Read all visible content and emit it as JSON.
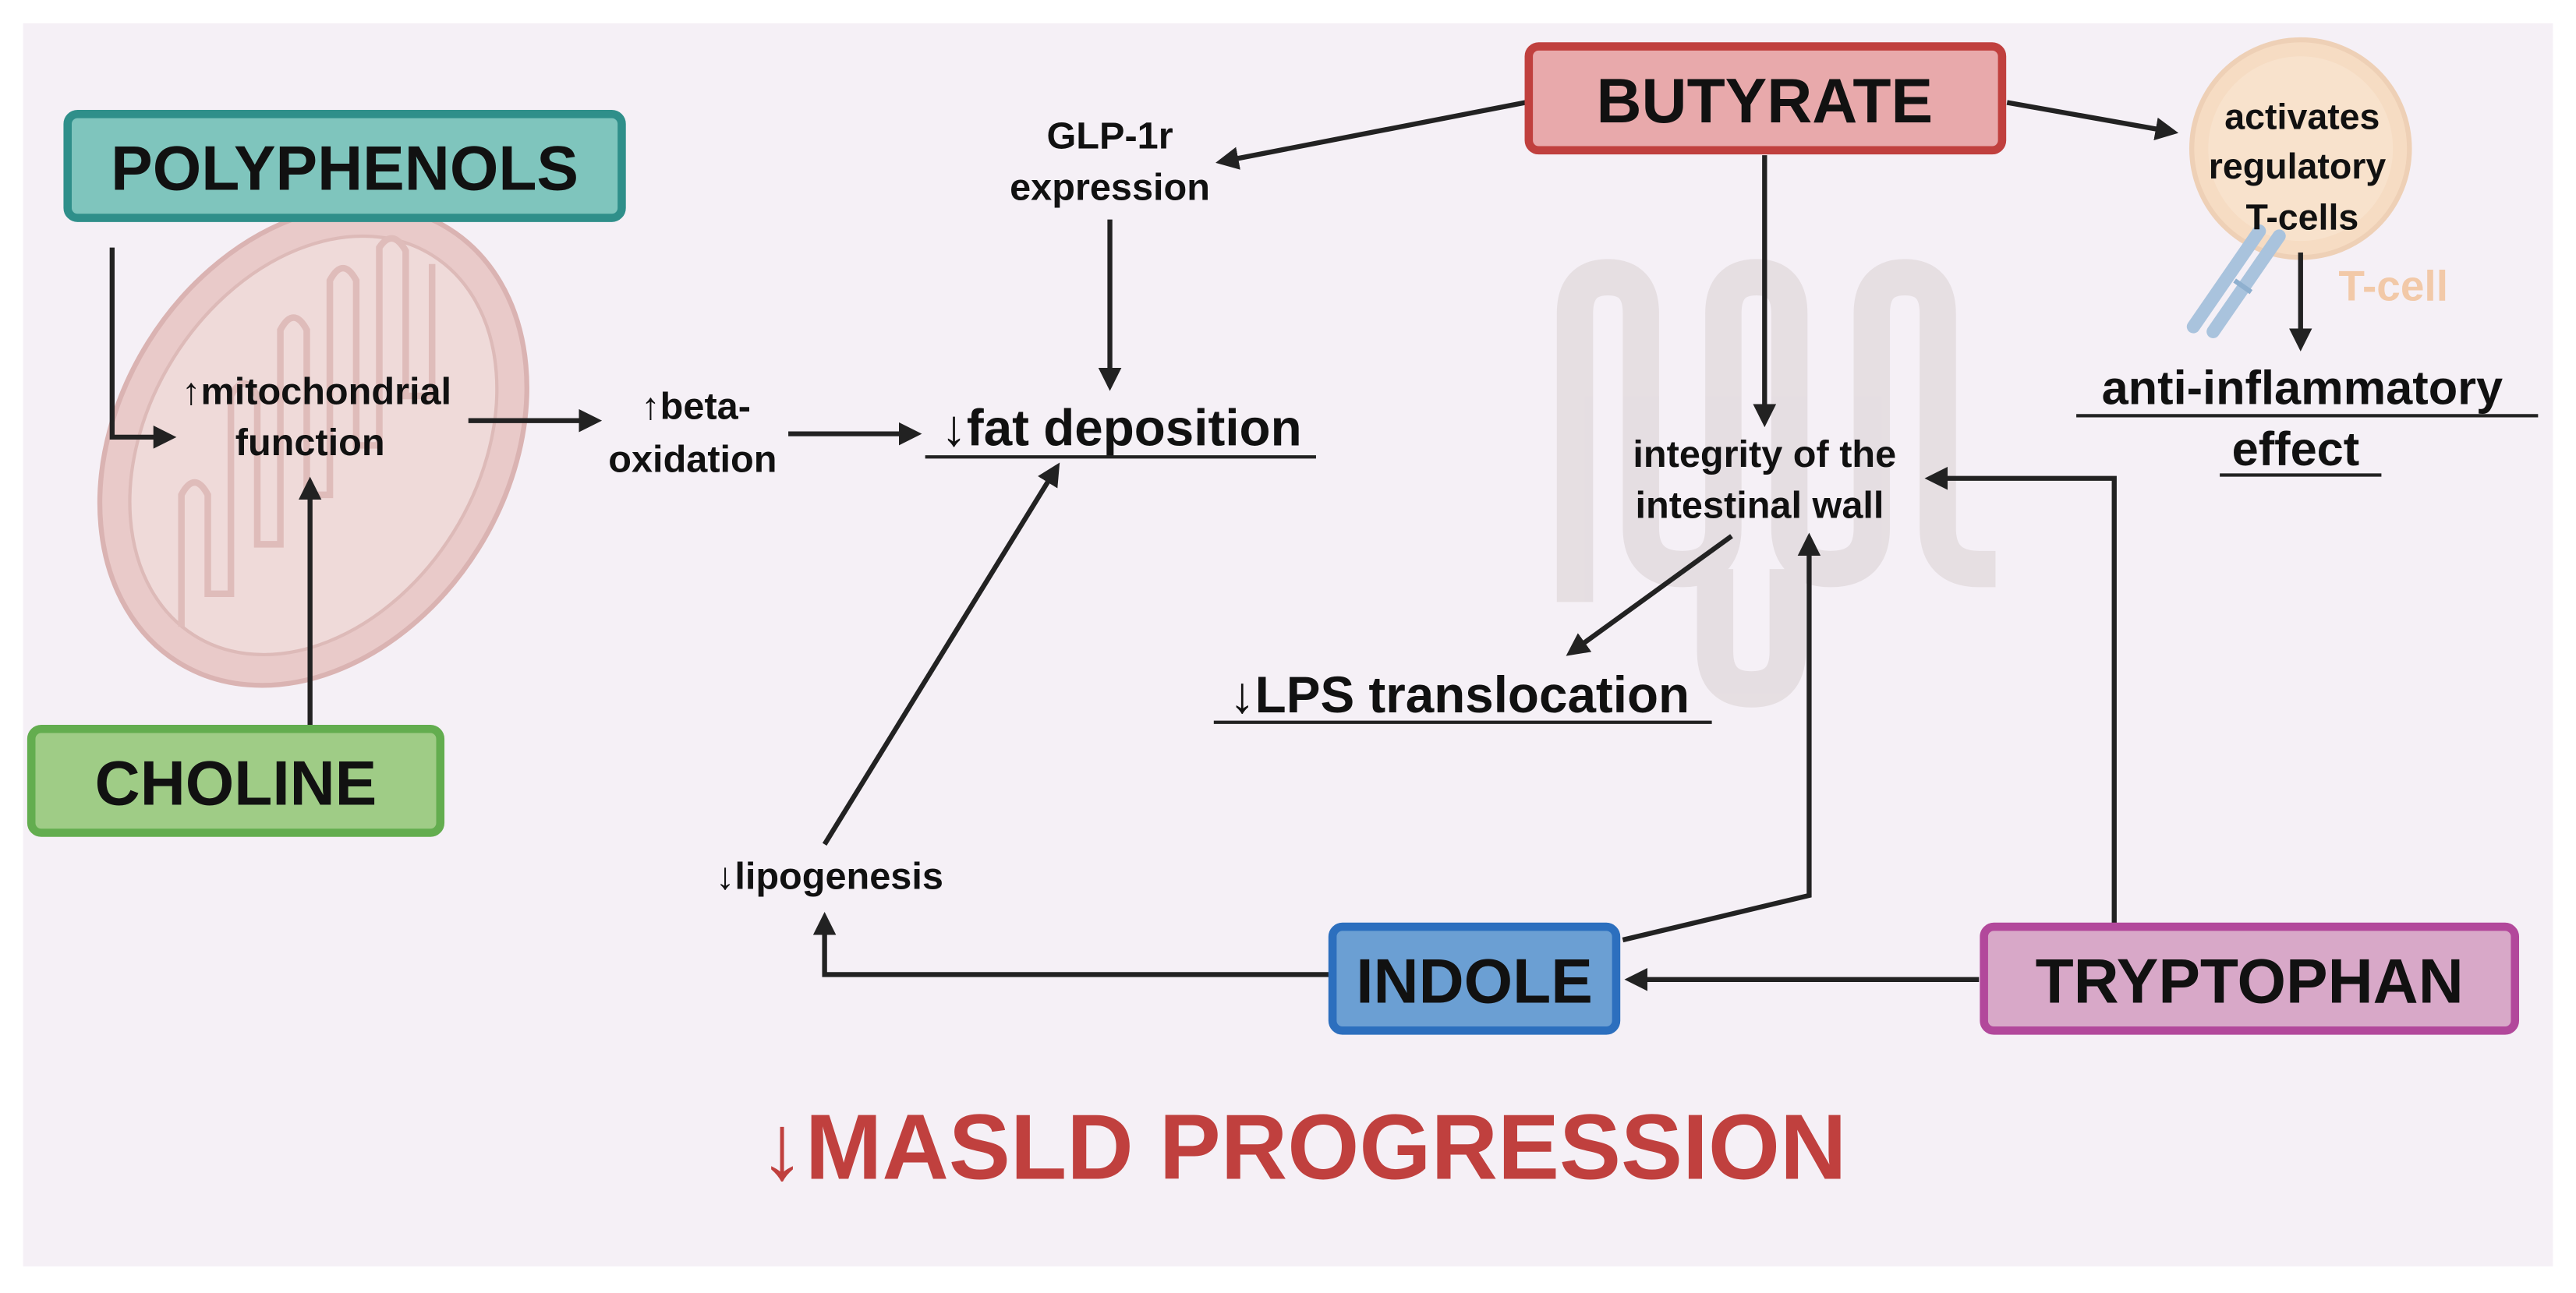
{
  "colors": {
    "background_panel": "#f5f0f6",
    "polyphenols_fill": "#7fc5bd",
    "polyphenols_stroke": "#2f8f8a",
    "choline_fill": "#9fcc86",
    "choline_stroke": "#63ad4f",
    "butyrate_fill": "#e8a9ab",
    "butyrate_stroke": "#c0403e",
    "indole_fill": "#6b9fd3",
    "indole_stroke": "#2c6fbe",
    "tryptophan_fill": "#d8a8c8",
    "tryptophan_stroke": "#b2489b",
    "arrow": "#222222",
    "masld_red": "#c0403e",
    "tcell_label": "#f2c9a8",
    "mitochondria": "#e7c4c2",
    "villi": "#e9e3e6"
  },
  "boxes": {
    "polyphenols": "POLYPHENOLS",
    "choline": "CHOLINE",
    "butyrate": "BUTYRATE",
    "indole": "INDOLE",
    "tryptophan": "TRYPTOPHAN"
  },
  "nodes": {
    "mitochondrial_line1": "↑mitochondrial",
    "mitochondrial_line2": "function",
    "beta_line1": "↑beta-",
    "beta_line2": "oxidation",
    "fat_deposition": "↓fat deposition",
    "glp_line1": "GLP-1r",
    "glp_line2": "expression",
    "lipogenesis": "↓lipogenesis",
    "integrity_line1": "integrity of the",
    "integrity_line2": "intestinal wall",
    "lps": "↓LPS translocation",
    "tcell_line1": "activates",
    "tcell_line2": "regulatory",
    "tcell_line3": "T-cells",
    "tcell_label": "T-cell",
    "anti_line1": "anti-inflammatory",
    "anti_line2": "effect"
  },
  "footer": {
    "masld": "↓MASLD PROGRESSION"
  },
  "icons": [
    "mitochondrion-icon",
    "intestinal-villi-icon",
    "t-cell-icon"
  ]
}
